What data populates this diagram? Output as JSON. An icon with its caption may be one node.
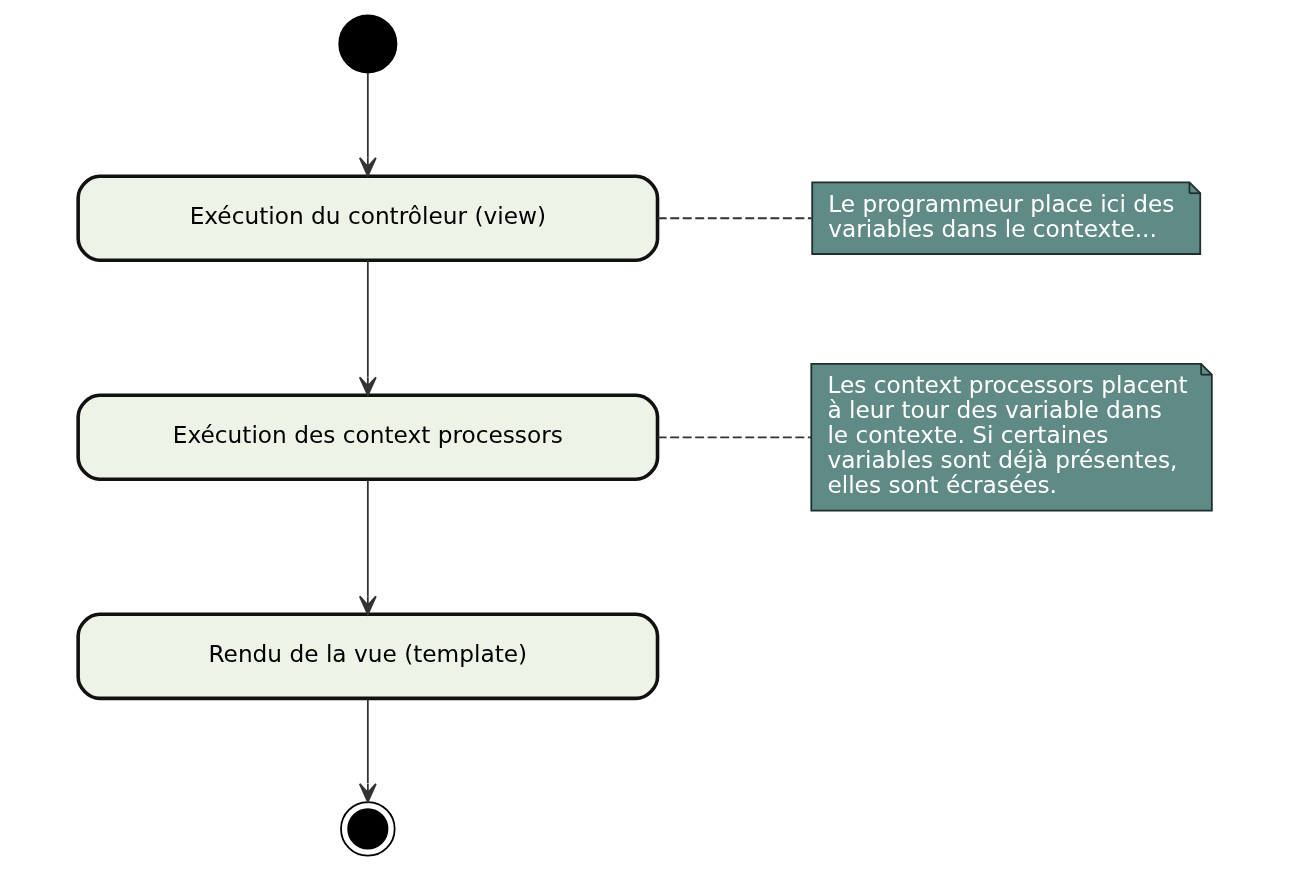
{
  "diagram": {
    "nodes": [
      {
        "text": [],
        "shape": "circle"
      },
      {
        "text": [
          "Exécution du contrôleur (view)"
        ]
      },
      {
        "text": [
          "Exécution des context processors"
        ]
      },
      {
        "text": [
          "Rendu de la vue (template)"
        ]
      },
      {
        "text": [],
        "shape": "bullseye"
      },
      {
        "text": [
          "Le programmeur place ici des variables dans le contexte..."
        ]
      },
      {
        "text": [
          "Les context processors placent à leur tour des variable dans le contexte. Si certaines variables sont déjà présentes, elles sont écrasées."
        ]
      }
    ],
    "edges": [
      {
        "from": 0,
        "to": 1,
        "arrow": "to"
      },
      {
        "from": 1,
        "to": 2,
        "arrow": "to"
      },
      {
        "from": 2,
        "to": 3,
        "arrow": "to"
      },
      {
        "from": 3,
        "to": 4,
        "arrow": "to"
      },
      {
        "from": 1,
        "to": 5,
        "arrow": "none",
        "style": "dashed"
      },
      {
        "from": 2,
        "to": 6,
        "arrow": "none",
        "style": "dashed"
      }
    ]
  }
}
